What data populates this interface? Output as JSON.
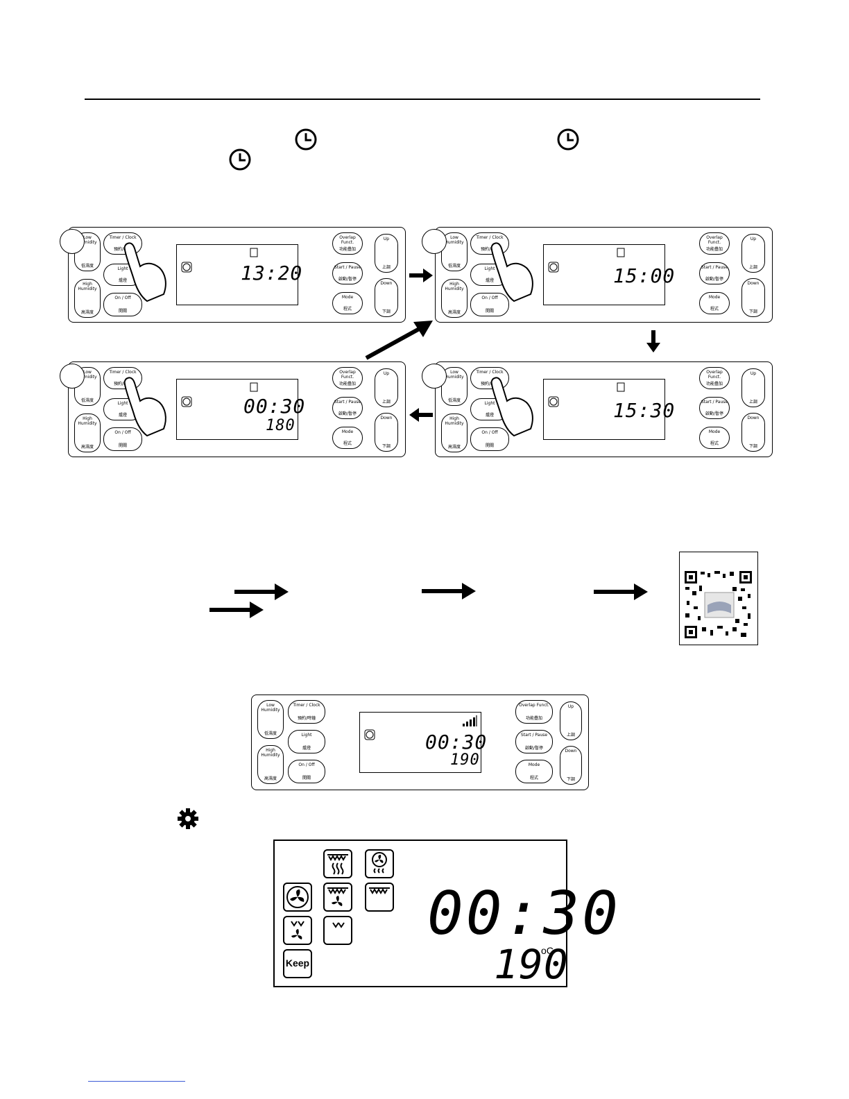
{
  "panel": {
    "timer_label": "Timer / Clock",
    "timer_cn": "預約/時鐘",
    "light_label": "Light",
    "light_cn": "爐燈",
    "onoff_label": "On / Off",
    "onoff_cn": "開關",
    "low_label": "Low Humidity",
    "low_cn": "低濕度",
    "high_label": "High Humidity",
    "high_cn": "高濕度",
    "overlap_label": "Overlap Funct.",
    "overlap_cn": "功能疊加",
    "start_label": "Start / Pause",
    "start_cn": "啟動/暫停",
    "mode_label": "Mode",
    "mode_cn": "程式",
    "up_label": "Up",
    "up_cn": "上調",
    "down_label": "Down",
    "down_cn": "下調"
  },
  "steps": [
    {
      "time": "13:20",
      "temp": ""
    },
    {
      "time": "15:00",
      "temp": ""
    },
    {
      "time": "15:30",
      "temp": ""
    },
    {
      "time": "00:30",
      "temp": "180"
    }
  ],
  "wifi_panel": {
    "time": "00:30",
    "temp": "190"
  },
  "large_display": {
    "time": "00:30",
    "temp": "190",
    "unit": "oC",
    "keep_label": "Keep"
  },
  "icons": [
    "clock-icon",
    "gear-icon",
    "fan-icon",
    "qr-code"
  ]
}
